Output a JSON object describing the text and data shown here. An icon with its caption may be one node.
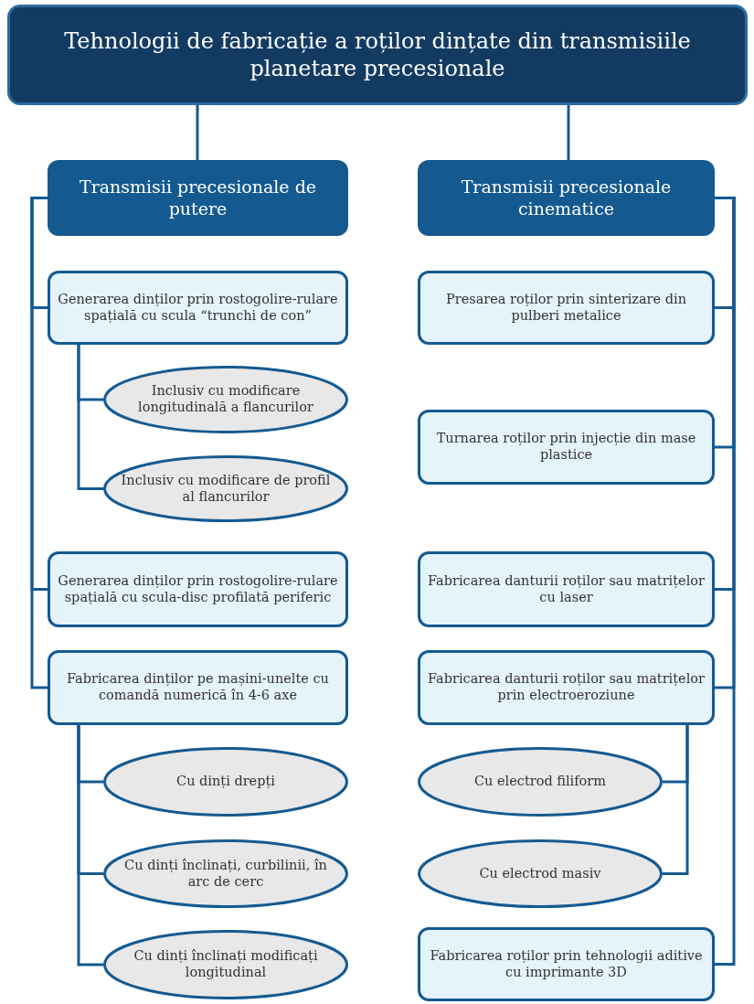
{
  "diagram": {
    "nodes": [
      {
        "text": [
          "Tehnologii de fabricație a roților dințate din transmisiile planetare precesionale"
        ]
      },
      {
        "text": [
          "Transmisii precesionale de putere"
        ]
      },
      {
        "text": [
          "Generarea dinților prin rostogolire-rulare spațială cu scula “trunchi de con”"
        ]
      },
      {
        "text": [
          "Inclusiv cu modificare longitudinală a flancurilor"
        ]
      },
      {
        "text": [
          "Inclusiv cu modificare de profil al flancurilor"
        ]
      },
      {
        "text": [
          "Generarea dinților prin rostogolire-rulare spațială cu scula-disc profilată periferic"
        ]
      },
      {
        "text": [
          "Fabricarea dinților pe mașini-unelte cu comandă numerică în 4-6 axe"
        ]
      },
      {
        "text": [
          "Cu dinți drepți"
        ]
      },
      {
        "text": [
          "Cu dinți înclinați, curbilinii, în arc de cerc"
        ]
      },
      {
        "text": [
          "Cu dinți înclinați modificați longitudinal"
        ]
      },
      {
        "text": [
          "Transmisii precesionale cinematice"
        ]
      },
      {
        "text": [
          "Presarea roților prin sinterizare din pulberi metalice"
        ]
      },
      {
        "text": [
          "Turnarea roților prin injecție din mase plastice"
        ]
      },
      {
        "text": [
          "Fabricarea danturii roților sau matrițelor cu laser"
        ]
      },
      {
        "text": [
          "Fabricarea danturii roților sau matrițelor prin electroeroziune"
        ]
      },
      {
        "text": [
          "Cu electrod filiform"
        ]
      },
      {
        "text": [
          "Cu electrod masiv"
        ]
      },
      {
        "text": [
          "Fabricarea roților prin tehnologii aditive cu imprimante 3D"
        ]
      }
    ],
    "edges": [
      {
        "from": 0,
        "to": 1,
        "arrow": "none"
      },
      {
        "from": 0,
        "to": 10,
        "arrow": "none"
      },
      {
        "from": 1,
        "to": 2,
        "arrow": "none"
      },
      {
        "from": 1,
        "to": 5,
        "arrow": "none"
      },
      {
        "from": 1,
        "to": 6,
        "arrow": "none"
      },
      {
        "from": 2,
        "to": 3,
        "arrow": "none"
      },
      {
        "from": 2,
        "to": 4,
        "arrow": "none"
      },
      {
        "from": 6,
        "to": 7,
        "arrow": "none"
      },
      {
        "from": 6,
        "to": 8,
        "arrow": "none"
      },
      {
        "from": 6,
        "to": 9,
        "arrow": "none"
      },
      {
        "from": 10,
        "to": 11,
        "arrow": "none"
      },
      {
        "from": 10,
        "to": 12,
        "arrow": "none"
      },
      {
        "from": 10,
        "to": 13,
        "arrow": "none"
      },
      {
        "from": 10,
        "to": 14,
        "arrow": "none"
      },
      {
        "from": 10,
        "to": 17,
        "arrow": "none"
      },
      {
        "from": 14,
        "to": 15,
        "arrow": "none"
      },
      {
        "from": 14,
        "to": 16,
        "arrow": "none"
      }
    ]
  }
}
